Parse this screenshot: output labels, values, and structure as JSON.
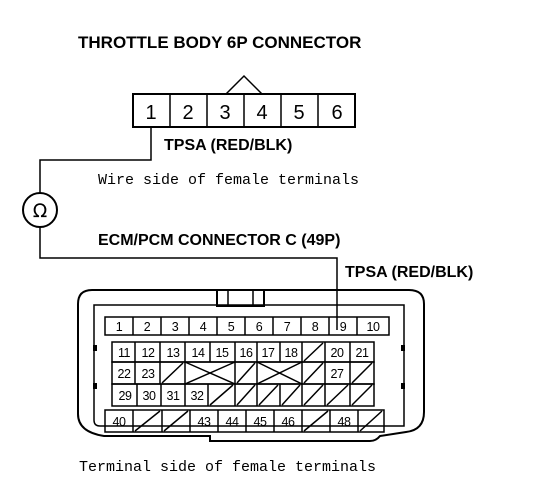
{
  "throttle_title": "THROTTLE BODY 6P CONNECTOR",
  "throttle_pins": [
    "1",
    "2",
    "3",
    "4",
    "5",
    "6"
  ],
  "tpsa_top": "TPSA (RED/BLK)",
  "wire_side": "Wire side of female terminals",
  "ohm_symbol": "Ω",
  "ecm_title": "ECM/PCM CONNECTOR C (49P)",
  "tpsa_bottom": "TPSA (RED/BLK)",
  "terminal_side": "Terminal side of female terminals",
  "ecm_pins": {
    "row1": [
      "1",
      "2",
      "3",
      "4",
      "5",
      "6",
      "7",
      "8",
      "9",
      "10"
    ],
    "row2": [
      "11",
      "12",
      "13",
      "14",
      "15",
      "16",
      "17",
      "18",
      "20",
      "21"
    ],
    "row3": [
      "22",
      "23",
      "27"
    ],
    "row4": [
      "29",
      "30",
      "31",
      "32"
    ],
    "row5": [
      "40",
      "43",
      "44",
      "45",
      "46",
      "48"
    ]
  }
}
